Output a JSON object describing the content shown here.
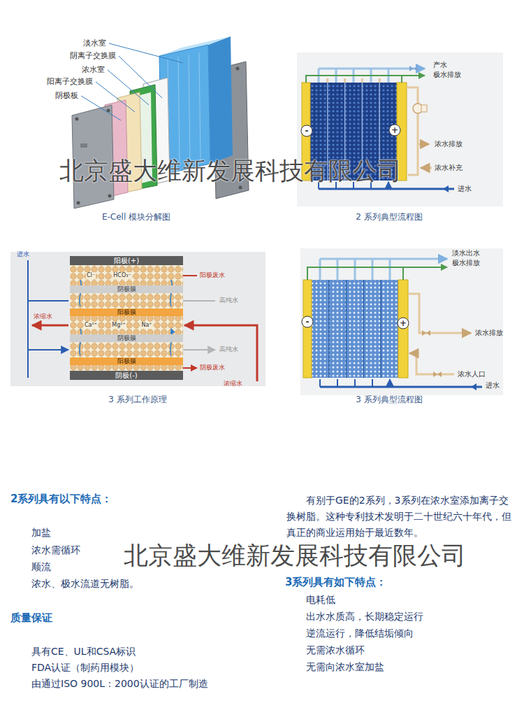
{
  "diagram": {
    "nodes": [
      {
        "text": [
          "阳极(+)"
        ]
      },
      {
        "text": [
          "阴极膜"
        ]
      },
      {
        "text": [
          "阳极膜"
        ]
      },
      {
        "text": [
          "阴极膜"
        ]
      },
      {
        "text": [
          "阳极膜"
        ]
      },
      {
        "text": [
          "阴极(-)"
        ]
      }
    ],
    "labels": [
      "淡水室",
      "阴离子交换膜",
      "浓水室",
      "阳离子交换膜",
      "阴极板",
      "产水",
      "极水排放",
      "浓水排放",
      "浓水补充",
      "进水",
      "-",
      "+",
      "北京盛大维新发展科技有限公司",
      "E-Cell 模块分解图",
      "2 系列典型流程图",
      "进水",
      "阳极废水",
      "Cl⁻",
      "HCO₃⁻",
      "高纯水",
      "浓缩水",
      "Ca²⁺",
      "Mg²⁺",
      "Na⁺",
      "高纯水",
      "阴极废水",
      "浓缩水",
      "淡水出水",
      "极水排放",
      "浓水排放",
      "浓水人口",
      "进水",
      "-",
      "+",
      "3 系列工作原理",
      "3 系列典型流程图",
      "2系列具有以下特点：",
      "有别于GE的2系列，3系列在浓水室添加离子交换树脂。这种专利技术发明于二十世纪六十年代，但真正的商业运用始于最近数年。",
      "加盐",
      "浓水需循环",
      "顺流",
      "北京盛大维新发展科技有限公司",
      "3系列具有如下特点：",
      "浓水、极水流道无树脂。",
      "电耗低",
      "质量保证",
      "出水水质高，长期稳定运行",
      "逆流运行，降低结垢倾向",
      "无需浓水循环",
      "无需向浓水室加盐",
      "具有CE、UL和CSA标识",
      "FDA认证（制药用模块）",
      "由通过ISO 900L：2000认证的工厂制造"
    ]
  }
}
